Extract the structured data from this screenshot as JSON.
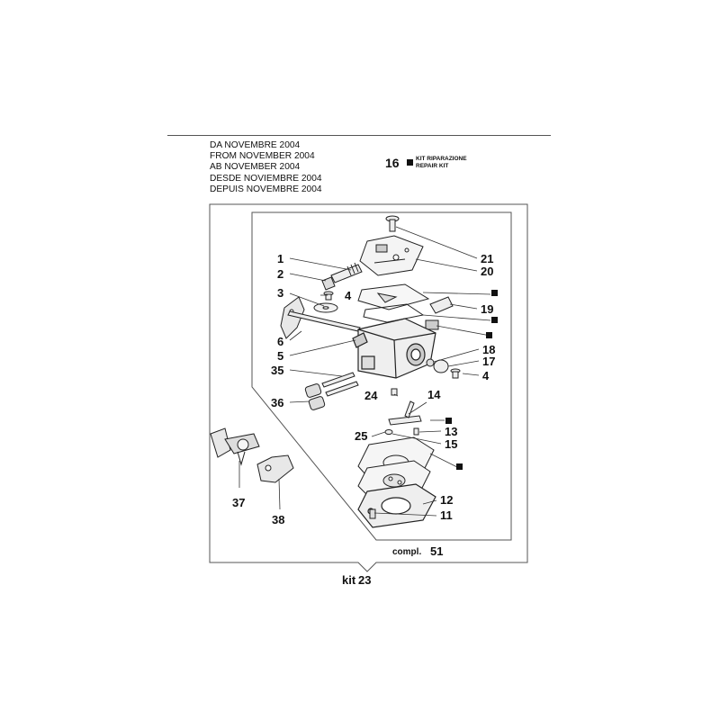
{
  "header": {
    "dates": [
      "DA NOVEMBRE 2004",
      "FROM NOVEMBER 2004",
      "AB NOVEMBER 2004",
      "DESDE NOVIEMBRE 2004",
      "DEPUIS NOVEMBRE 2004"
    ],
    "kit_note": {
      "number": "16",
      "line1": "KIT RIPARAZIONE",
      "line2": "REPAIR KIT"
    }
  },
  "callouts": {
    "c1": "1",
    "c2": "2",
    "c3": "3",
    "c4a": "4",
    "c5": "5",
    "c6": "6",
    "c35": "35",
    "c36": "36",
    "c21": "21",
    "c20": "20",
    "c19": "19",
    "c18": "18",
    "c17": "17",
    "c4b": "4",
    "c24": "24",
    "c14": "14",
    "c13": "13",
    "c25": "25",
    "c15": "15",
    "c12": "12",
    "c11": "11",
    "c37": "37",
    "c38": "38"
  },
  "footer": {
    "compl_label": "compl.",
    "compl_number": "51",
    "kit_label": "kit",
    "kit_number": "23"
  }
}
